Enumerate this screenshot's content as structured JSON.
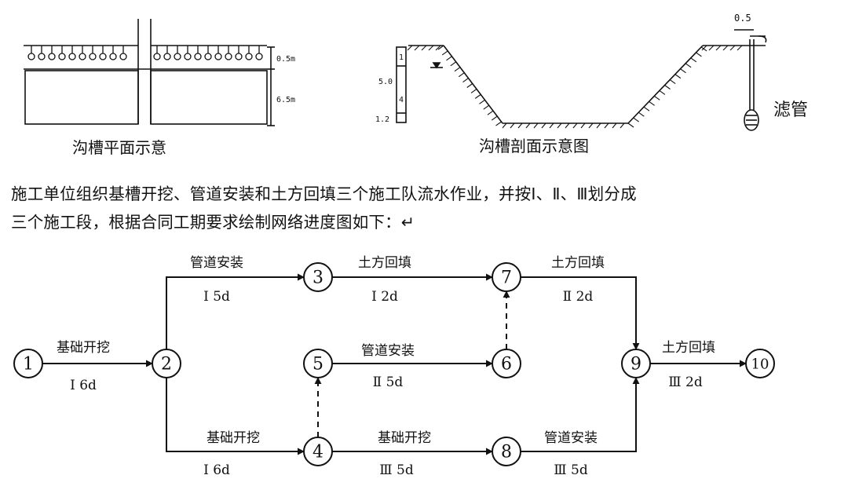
{
  "plan_view": {
    "caption": "沟槽平面示意",
    "dim_top": "0.5m",
    "dim_bottom": "6.5m"
  },
  "section_view": {
    "caption": "沟槽剖面示意图",
    "dim_a": "1",
    "dim_b": "5.0",
    "dim_c": "4",
    "dim_d": "1.2",
    "dim_pipe": "0.5",
    "filter_label": "滤管"
  },
  "paragraph": {
    "line1": "施工单位组织基槽开挖、管道安装和土方回填三个施工队流水作业，并按Ⅰ、Ⅱ、Ⅲ划分成",
    "line2": "三个施工段，根据合同工期要求绘制网络进度图如下：↵"
  },
  "network": {
    "nodes": [
      {
        "id": "n1",
        "label": "①"
      },
      {
        "id": "n2",
        "label": "②"
      },
      {
        "id": "n3",
        "label": "③"
      },
      {
        "id": "n4",
        "label": "④"
      },
      {
        "id": "n5",
        "label": "⑤"
      },
      {
        "id": "n6",
        "label": "⑥"
      },
      {
        "id": "n7",
        "label": "⑦"
      },
      {
        "id": "n8",
        "label": "⑧"
      },
      {
        "id": "n9",
        "label": "⑨"
      },
      {
        "id": "n10",
        "label": "⑩"
      }
    ],
    "activities": [
      {
        "from": "n1",
        "to": "n2",
        "name": "基础开挖",
        "duration": "Ⅰ  6d",
        "dashed": false
      },
      {
        "from": "n2",
        "to": "n3",
        "name": "管道安装",
        "duration": "Ⅰ  5d",
        "dashed": false
      },
      {
        "from": "n3",
        "to": "n7",
        "name": "土方回填",
        "duration": "Ⅰ  2d",
        "dashed": false
      },
      {
        "from": "n7",
        "to": "n9",
        "name": "土方回填",
        "duration": "Ⅱ  2d",
        "dashed": false
      },
      {
        "from": "n5",
        "to": "n6",
        "name": "管道安装",
        "duration": "Ⅱ  5d",
        "dashed": false
      },
      {
        "from": "n2",
        "to": "n4",
        "name": "基础开挖",
        "duration": "Ⅰ  6d",
        "dashed": false
      },
      {
        "from": "n4",
        "to": "n8",
        "name": "基础开挖",
        "duration": "Ⅲ  5d",
        "dashed": false
      },
      {
        "from": "n8",
        "to": "n9",
        "name": "管道安装",
        "duration": "Ⅲ  5d",
        "dashed": false
      },
      {
        "from": "n9",
        "to": "n10",
        "name": "土方回填",
        "duration": "Ⅲ  2d",
        "dashed": false
      },
      {
        "from": "n4",
        "to": "n5",
        "name": "",
        "duration": "",
        "dashed": true
      },
      {
        "from": "n6",
        "to": "n7",
        "name": "",
        "duration": "",
        "dashed": true
      }
    ]
  }
}
